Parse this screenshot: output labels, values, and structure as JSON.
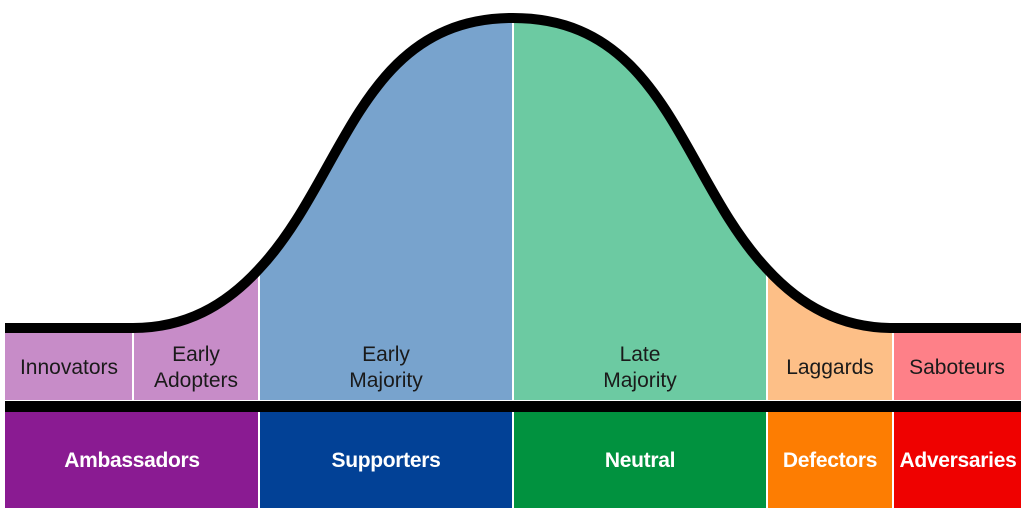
{
  "segments": [
    {
      "key": "innovators",
      "label_lines": [
        "Innovators"
      ],
      "light_color": "#c78cc8",
      "group": "ambassadors"
    },
    {
      "key": "early-adopters",
      "label_lines": [
        "Early",
        "Adopters"
      ],
      "light_color": "#c78cc8",
      "group": "ambassadors"
    },
    {
      "key": "early-majority",
      "label_lines": [
        "Early",
        "Majority"
      ],
      "light_color": "#78a3cd",
      "group": "supporters"
    },
    {
      "key": "late-majority",
      "label_lines": [
        "Late",
        "Majority"
      ],
      "light_color": "#6ccaa2",
      "group": "neutral"
    },
    {
      "key": "laggards",
      "label_lines": [
        "Laggards"
      ],
      "light_color": "#fdbf87",
      "group": "defectors"
    },
    {
      "key": "saboteurs",
      "label_lines": [
        "Saboteurs"
      ],
      "light_color": "#fe8088",
      "group": "adversaries"
    }
  ],
  "groups": [
    {
      "key": "ambassadors",
      "label": "Ambassadors",
      "color": "#8a1b92"
    },
    {
      "key": "supporters",
      "label": "Supporters",
      "color": "#024196"
    },
    {
      "key": "neutral",
      "label": "Neutral",
      "color": "#01923f"
    },
    {
      "key": "defectors",
      "label": "Defectors",
      "color": "#fd7d02"
    },
    {
      "key": "adversaries",
      "label": "Adversaries",
      "color": "#ef0100"
    }
  ],
  "colors": {
    "curve_stroke": "#000000",
    "divider": "#ffffff",
    "background": "#ffffff"
  }
}
